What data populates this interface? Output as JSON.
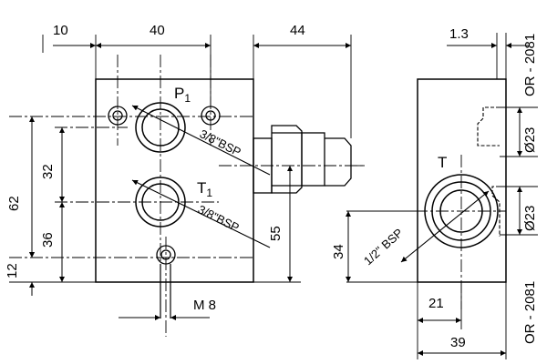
{
  "drawing": {
    "dims_left": {
      "top_offset": "10",
      "top_width": "40",
      "fitting_width": "44",
      "v_32": "32",
      "v_36": "36",
      "v_62": "62",
      "v_12": "12",
      "v_55": "55",
      "bolt_thread": "M 8"
    },
    "ports_left": {
      "p1_letter": "P",
      "p1_sub": "1",
      "t1_letter": "T",
      "t1_sub": "1",
      "p1_thread": "3/8\"BSP",
      "t1_thread": "3/8\"BSP"
    },
    "dims_right": {
      "offset_13": "1.3",
      "port_t": "T",
      "port_thread": "1/2\" BSP",
      "v_34": "34",
      "h_21": "21",
      "h_39": "39",
      "dia_top": "Ø23",
      "dia_bottom": "Ø23",
      "oring_top": "OR - 2081",
      "oring_bottom": "OR - 2081"
    }
  }
}
